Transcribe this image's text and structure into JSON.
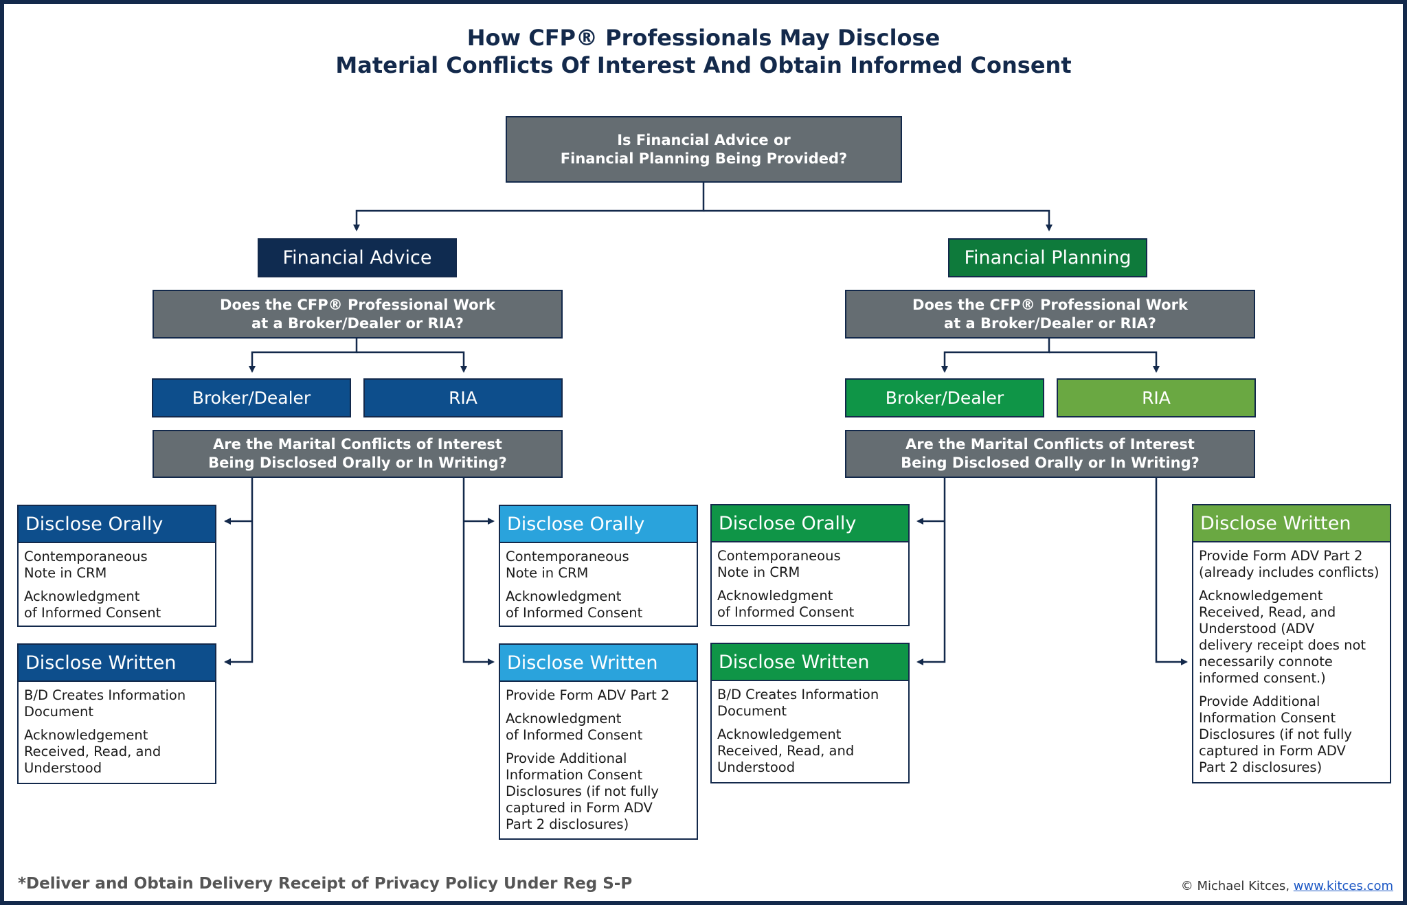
{
  "title": {
    "line1": "How CFP® Professionals May Disclose",
    "line2": "Material Conflicts Of Interest And Obtain Informed Consent"
  },
  "root_question": {
    "line1": "Is Financial Advice or",
    "line2": "Financial Planning Being Provided?"
  },
  "left": {
    "category": "Financial Advice",
    "question": {
      "line1": "Does the CFP® Professional Work",
      "line2": "at a Broker/Dealer or RIA?"
    },
    "bd_label": "Broker/Dealer",
    "ria_label": "RIA",
    "method_question": {
      "line1": "Are the Marital Conflicts of Interest",
      "line2": "Being Disclosed Orally or In Writing?"
    },
    "bd_oral": {
      "heading": "Disclose Orally",
      "items": [
        "Contemporaneous\nNote in CRM",
        "Acknowledgment\nof Informed Consent"
      ]
    },
    "bd_written": {
      "heading": "Disclose Written",
      "items": [
        "B/D Creates Information\nDocument",
        "Acknowledgement\nReceived, Read, and\nUnderstood"
      ]
    },
    "ria_oral": {
      "heading": "Disclose Orally",
      "items": [
        "Contemporaneous\nNote in CRM",
        "Acknowledgment\nof Informed Consent"
      ]
    },
    "ria_written": {
      "heading": "Disclose Written",
      "items": [
        "Provide Form ADV Part 2",
        "Acknowledgment\nof Informed Consent",
        "Provide Additional\nInformation Consent\nDisclosures (if not fully\ncaptured in Form ADV\nPart 2 disclosures)"
      ]
    }
  },
  "right": {
    "category": "Financial Planning",
    "question": {
      "line1": "Does the CFP® Professional Work",
      "line2": "at a Broker/Dealer or RIA?"
    },
    "bd_label": "Broker/Dealer",
    "ria_label": "RIA",
    "method_question": {
      "line1": "Are the Marital Conflicts of Interest",
      "line2": "Being Disclosed Orally or In Writing?"
    },
    "bd_oral": {
      "heading": "Disclose Orally",
      "items": [
        "Contemporaneous\nNote in CRM",
        "Acknowledgment\nof Informed Consent"
      ]
    },
    "bd_written": {
      "heading": "Disclose Written",
      "items": [
        "B/D Creates Information\nDocument",
        "Acknowledgement\nReceived, Read, and\nUnderstood"
      ]
    },
    "ria_written": {
      "heading": "Disclose Written",
      "items": [
        "Provide Form ADV Part 2\n(already includes conflicts)",
        "Acknowledgement\nReceived, Read, and\nUnderstood (ADV\ndelivery receipt does not\nnecessarily connote\ninformed consent.)",
        "Provide Additional\nInformation Consent\nDisclosures (if not fully\ncaptured in Form ADV\nPart 2 disclosures)"
      ]
    }
  },
  "footnote": "*Deliver and Obtain Delivery Receipt of Privacy Policy Under Reg S-P",
  "credit": {
    "prefix": "© Michael Kitces, ",
    "link": "www.kitces.com"
  },
  "colors": {
    "navy": "#0f2b50",
    "blue": "#0d4e8c",
    "light_blue": "#2aa3dc",
    "dark_green": "#0e7a3b",
    "green": "#0f9547",
    "light_green": "#6aa842",
    "gray": "#656d72",
    "line": "#13294b"
  }
}
